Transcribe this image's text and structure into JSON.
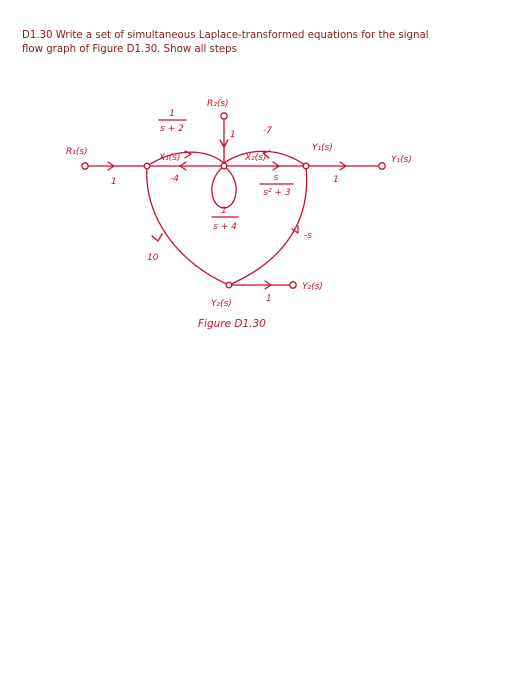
{
  "question": {
    "line1": "D1.30 Write a set of simultaneous Laplace-transformed equations for the signal",
    "line2": "flow graph of Figure D1.30. Show all steps"
  },
  "figure": {
    "caption": "Figure D1.30",
    "nodes": {
      "r1": "R₁(s)",
      "r2": "R₂(s)",
      "x1": "X₁(s)",
      "x2": "X₂(s)",
      "y1_mid": "Y₁(s)",
      "y1_out": "Y₁(s)",
      "y2_mid": "Y₂(s)",
      "y2_out": "Y₂(s)"
    },
    "gains": {
      "r1_to_x1": "1",
      "x1_forward_num": "1",
      "x1_forward_den": "s + 2",
      "x1_feedback": "-4",
      "r2_input": "1",
      "x2_feedback": "-7",
      "self_loop_num": "1",
      "self_loop_den": "s + 4",
      "x2_forward_num": "s",
      "x2_forward_den": "s² + 3",
      "y1_output": "1",
      "x1_to_y2": "10",
      "y1_to_y2": "-s",
      "y2_output": "1"
    },
    "color": "#c8102e"
  }
}
